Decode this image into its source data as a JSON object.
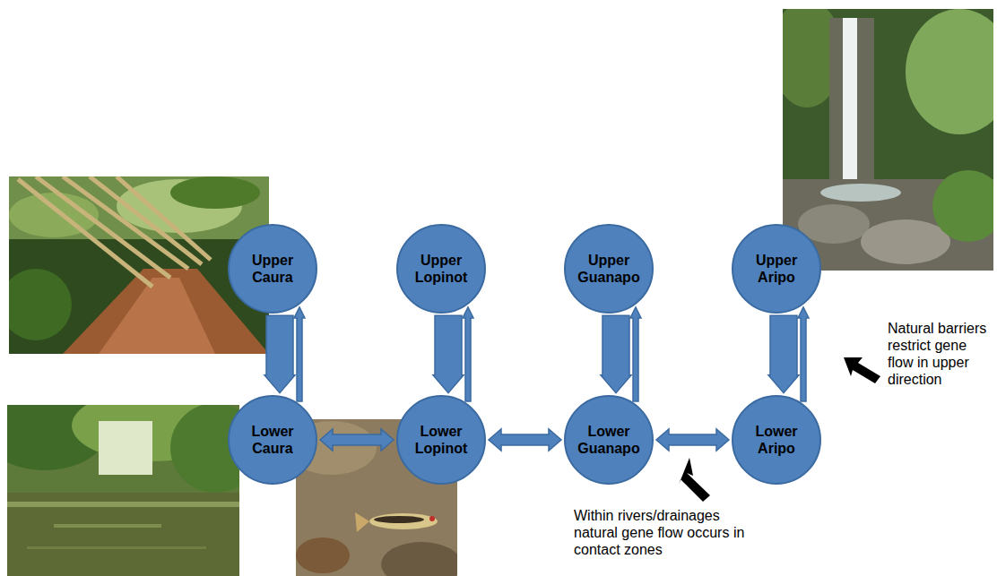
{
  "diagram": {
    "nodes": [
      {
        "text": [
          "Upper Caura"
        ]
      },
      {
        "text": [
          "Upper Lopinot"
        ]
      },
      {
        "text": [
          "Upper Guanapo"
        ]
      },
      {
        "text": [
          "Upper Aripo"
        ]
      },
      {
        "text": [
          "Lower Caura"
        ]
      },
      {
        "text": [
          "Lower Lopinot"
        ]
      },
      {
        "text": [
          "Lower Guanapo"
        ]
      },
      {
        "text": [
          "Lower Aripo"
        ]
      }
    ],
    "edges": [
      {
        "from": 0,
        "to": 4,
        "arrow": "to"
      },
      {
        "from": 4,
        "to": 0,
        "arrow": "to"
      },
      {
        "from": 1,
        "to": 5,
        "arrow": "to"
      },
      {
        "from": 5,
        "to": 1,
        "arrow": "to"
      },
      {
        "from": 2,
        "to": 6,
        "arrow": "to"
      },
      {
        "from": 6,
        "to": 2,
        "arrow": "to"
      },
      {
        "from": 3,
        "to": 7,
        "arrow": "to"
      },
      {
        "from": 7,
        "to": 3,
        "arrow": "to"
      },
      {
        "from": 4,
        "to": 5,
        "arrow": "both"
      },
      {
        "from": 5,
        "to": 6,
        "arrow": "both"
      },
      {
        "from": 6,
        "to": 7,
        "arrow": "both"
      }
    ],
    "labels": [
      "Natural barriers restrict gene flow in upper direction",
      "Within rivers/drainages natural gene flow occurs in contact zones"
    ]
  }
}
